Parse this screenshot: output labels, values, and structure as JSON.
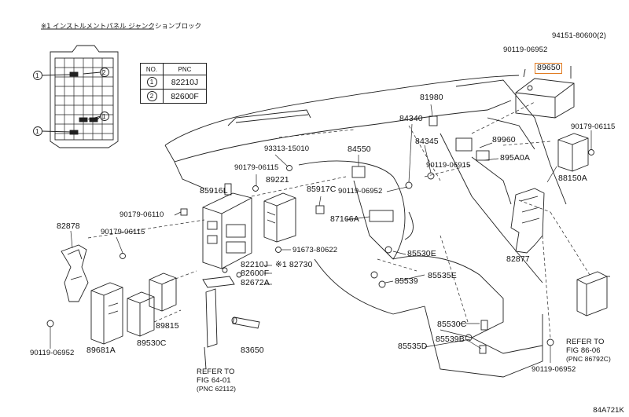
{
  "header": {
    "note": "※1  インストルメントパネル ジャンクションブロック"
  },
  "pnc_table": {
    "col_no": "NO.",
    "col_pnc": "PNC",
    "rows": [
      {
        "no": "1",
        "pnc": "82210J"
      },
      {
        "no": "2",
        "pnc": "82600F"
      }
    ]
  },
  "inset_callouts": {
    "c1": "1",
    "c2": "2"
  },
  "labels": {
    "l_94151": "94151-80600(2)",
    "l_90119a": "90119-06952",
    "l_89650": "89650",
    "l_81980": "81980",
    "l_90179a": "90179-06115",
    "l_84340": "84340",
    "l_84345": "84345",
    "l_89960": "89960",
    "l_93313": "93313-15010",
    "l_84550": "84550",
    "l_90119b": "90119-06915",
    "l_895A0A": "895A0A",
    "l_88150A": "88150A",
    "l_90179b": "90179-06115",
    "l_89221": "89221",
    "l_85917C": "85917C",
    "l_90119c": "90119-06952",
    "l_85916L": "85916L",
    "l_87166A": "87166A",
    "l_90179c": "90179-06110",
    "l_82878": "82878",
    "l_90179d": "90179-06115",
    "l_91673": "91673-80622",
    "l_82210J": "82210J",
    "l_82600F": "82600F",
    "l_82730": "※1 82730",
    "l_82672A": "82672A",
    "l_85530E": "85530E",
    "l_82877": "82877",
    "l_85539a": "85539",
    "l_85535E": "85535E",
    "l_89815": "89815",
    "l_89530C": "89530C",
    "l_89681A": "89681A",
    "l_90119d": "90119-06952",
    "l_83650": "83650",
    "l_85530C": "85530C",
    "l_85535D": "85535D",
    "l_85539B": "85539B",
    "l_refer1_a": "REFER TO",
    "l_refer1_b": "FIG 64-01",
    "l_refer1_c": "(PNC 62112)",
    "l_refer2_a": "REFER TO",
    "l_refer2_b": "FIG 86-06",
    "l_refer2_c": "(PNC 86792C)",
    "l_90119e": "90119-06952"
  },
  "diagram_code": "84A721K",
  "colors": {
    "highlight": "#e07a1f",
    "line": "#222222"
  }
}
